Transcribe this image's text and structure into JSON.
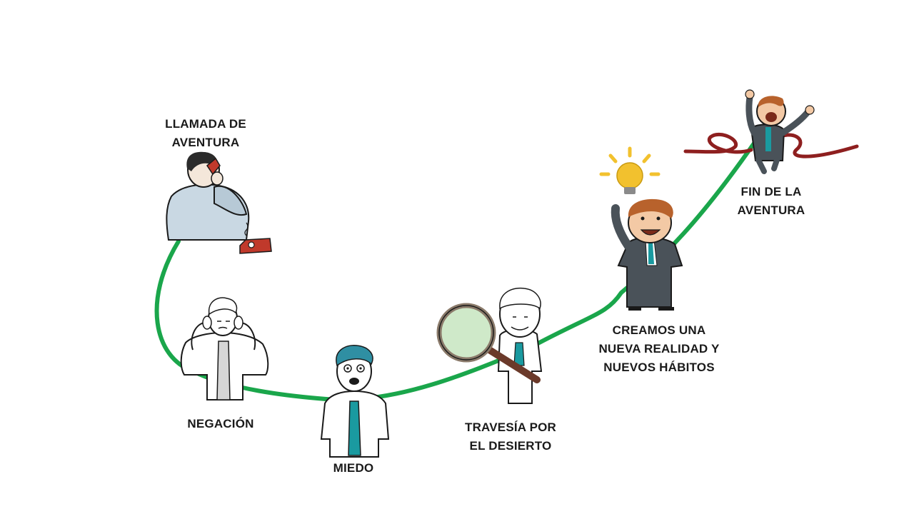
{
  "colors": {
    "path": "#1aa64b",
    "ink": "#1a1a1a",
    "tie": "#1a9aa0",
    "suit_dark": "#4a5259",
    "shirt_blue": "#c9d8e3",
    "phone_red": "#c0392b",
    "bulb": "#f2c12e",
    "ribbon": "#8e1f1f",
    "lens": "#cfe9c9"
  },
  "stages": [
    {
      "id": "llamada",
      "lines": [
        "LLAMADA DE",
        "AVENTURA"
      ],
      "icon": "man-on-phone-icon"
    },
    {
      "id": "negacion",
      "lines": [
        "NEGACIÓN"
      ],
      "icon": "man-covering-ears-icon"
    },
    {
      "id": "miedo",
      "lines": [
        "MIEDO"
      ],
      "icon": "scared-man-icon"
    },
    {
      "id": "travesia",
      "lines": [
        "TRAVESÍA POR",
        "EL DESIERTO"
      ],
      "icon": "man-with-magnifier-icon"
    },
    {
      "id": "creamos",
      "lines": [
        "CREAMOS UNA",
        "NUEVA REALIDAD Y",
        "NUEVOS HÁBITOS"
      ],
      "icon": "man-with-idea-icon"
    },
    {
      "id": "fin",
      "lines": [
        "FIN DE LA",
        "AVENTURA"
      ],
      "icon": "celebrating-man-icon"
    }
  ]
}
